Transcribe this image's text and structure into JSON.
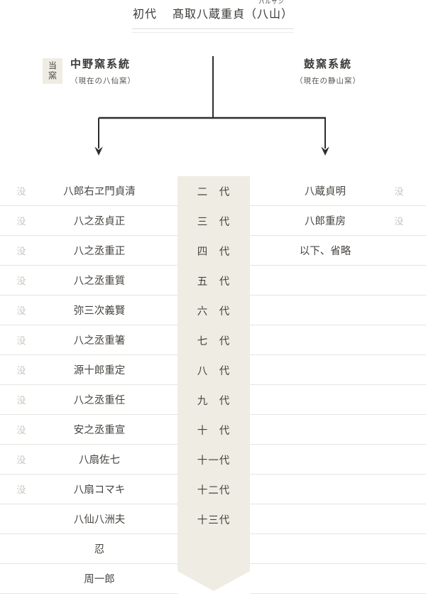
{
  "title": {
    "prefix": "初代",
    "name": "髙取八蔵重貞",
    "alias_open": "（",
    "alias": "八山",
    "alias_close": "）",
    "alias_kana": "パルサン"
  },
  "branches": {
    "left": {
      "badge": "当窯",
      "title": "中野窯系統",
      "subtitle": "（現在の八仙窯）"
    },
    "right": {
      "title": "鼓窯系統",
      "subtitle": "（現在の静山窯）"
    }
  },
  "table": {
    "rows": [
      {
        "left_mark": "没",
        "left_name": "八郎右ヱ門貞清",
        "generation": "二　代",
        "right_name": "八蔵貞明",
        "right_mark": "没"
      },
      {
        "left_mark": "没",
        "left_name": "八之丞貞正",
        "generation": "三　代",
        "right_name": "八郎重房",
        "right_mark": "没"
      },
      {
        "left_mark": "没",
        "left_name": "八之丞重正",
        "generation": "四　代",
        "right_name": "以下、省略",
        "right_mark": ""
      },
      {
        "left_mark": "没",
        "left_name": "八之丞重質",
        "generation": "五　代",
        "right_name": "",
        "right_mark": ""
      },
      {
        "left_mark": "没",
        "left_name": "弥三次義賢",
        "generation": "六　代",
        "right_name": "",
        "right_mark": ""
      },
      {
        "left_mark": "没",
        "left_name": "八之丞重箸",
        "generation": "七　代",
        "right_name": "",
        "right_mark": ""
      },
      {
        "left_mark": "没",
        "left_name": "源十郎重定",
        "generation": "八　代",
        "right_name": "",
        "right_mark": ""
      },
      {
        "left_mark": "没",
        "left_name": "八之丞重任",
        "generation": "九　代",
        "right_name": "",
        "right_mark": ""
      },
      {
        "left_mark": "没",
        "left_name": "安之丞重宣",
        "generation": "十　代",
        "right_name": "",
        "right_mark": ""
      },
      {
        "left_mark": "没",
        "left_name": "八扇佐七",
        "generation": "十一代",
        "right_name": "",
        "right_mark": ""
      },
      {
        "left_mark": "没",
        "left_name": "八扇コマキ",
        "generation": "十二代",
        "right_name": "",
        "right_mark": ""
      },
      {
        "left_mark": "",
        "left_name": "八仙八洲夫",
        "generation": "十三代",
        "right_name": "",
        "right_mark": ""
      },
      {
        "left_mark": "",
        "left_name": "忍",
        "generation": "",
        "right_name": "",
        "right_mark": ""
      },
      {
        "left_mark": "",
        "left_name": "周一郎",
        "generation": "",
        "right_name": "",
        "right_mark": ""
      }
    ]
  },
  "colors": {
    "beige": "#efece3",
    "line": "#2f2e2c",
    "text": "#474440",
    "title": "#3a3936",
    "subtext": "#55524d",
    "muted": "#cac7c1",
    "divider": "#e7e4de"
  }
}
